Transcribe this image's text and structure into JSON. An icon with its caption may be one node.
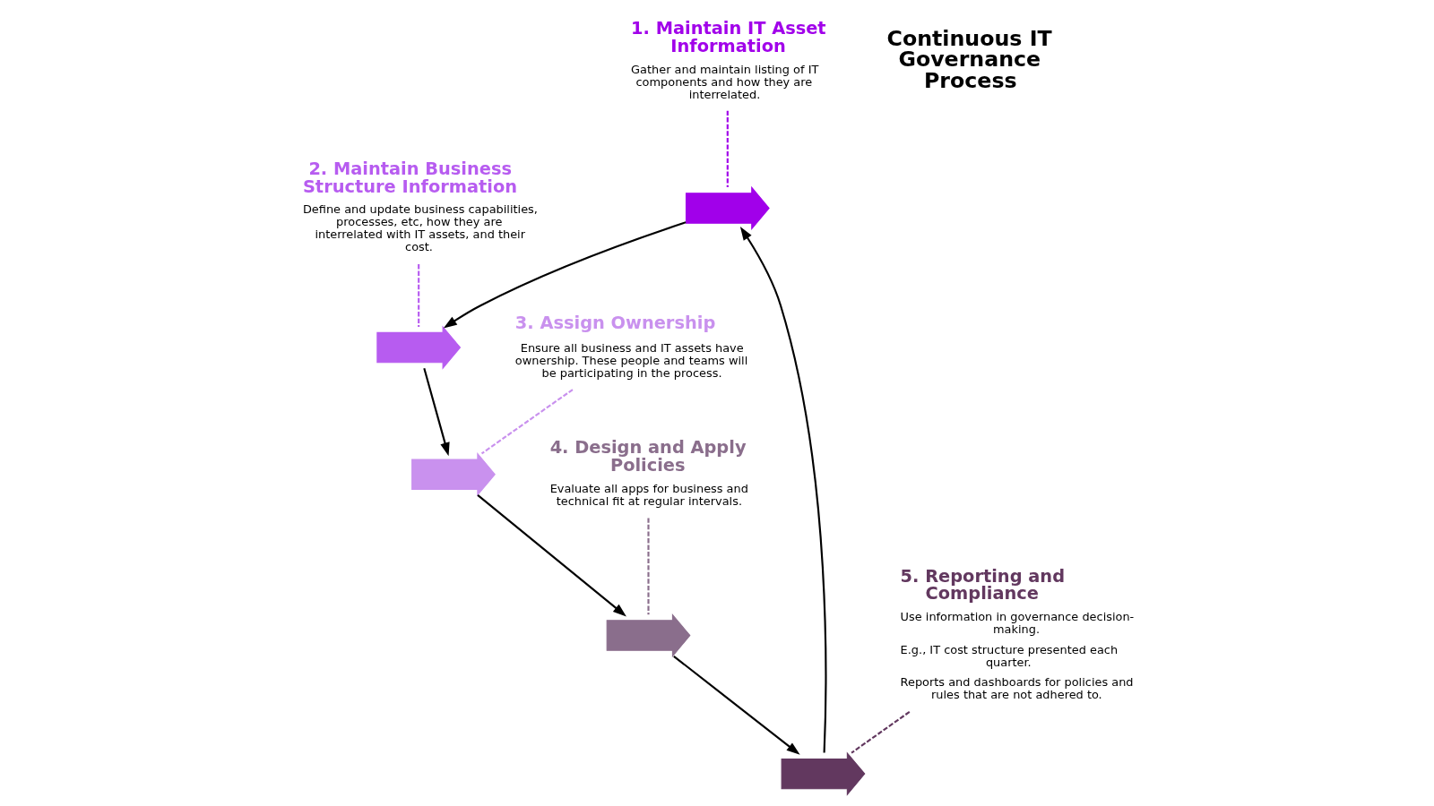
{
  "diagram": {
    "nodes": [
      {
        "text": [
          "1. Maintain IT Asset Information",
          "Gather and maintain listing of IT components and how they are interrelated."
        ]
      },
      {
        "text": [
          "2. Maintain Business Structure Information",
          "Define and update business capabilities, processes, etc, how they are interrelated with IT assets, and their cost."
        ]
      },
      {
        "text": [
          "3. Assign Ownership",
          "Ensure all business and IT assets have ownership. These people and teams will be participating in the process."
        ]
      },
      {
        "text": [
          "4. Design and Apply Policies",
          "Evaluate all apps for business and technical fit at regular intervals."
        ]
      },
      {
        "text": [
          "5. Reporting and Compliance",
          "Use information in governance decision-making.",
          "E.g., IT cost structure presented each quarter.",
          "Reports and dashboards for policies and rules that are not adhered to."
        ]
      },
      {
        "text": [],
        "shape": "arrow"
      },
      {
        "text": [],
        "shape": "arrow"
      },
      {
        "text": [],
        "shape": "arrow"
      },
      {
        "text": [],
        "shape": "arrow"
      },
      {
        "text": [],
        "shape": "arrow"
      }
    ],
    "edges": [
      {
        "from": 5,
        "to": 6,
        "arrow": "to"
      },
      {
        "from": 6,
        "to": 7,
        "arrow": "to"
      },
      {
        "from": 7,
        "to": 8,
        "arrow": "to"
      },
      {
        "from": 8,
        "to": 9,
        "arrow": "to"
      },
      {
        "from": 9,
        "to": 5,
        "arrow": "to"
      },
      {
        "from": 0,
        "to": 5,
        "arrow": "none",
        "style": "dashed",
        "color": "#a100ea"
      },
      {
        "from": 1,
        "to": 6,
        "arrow": "none",
        "style": "dashed",
        "color": "#b75cf0"
      },
      {
        "from": 2,
        "to": 7,
        "arrow": "none",
        "style": "dashed",
        "color": "#c991ee"
      },
      {
        "from": 3,
        "to": 8,
        "arrow": "none",
        "style": "dashed",
        "color": "#8a6e8c"
      },
      {
        "from": 4,
        "to": 9,
        "arrow": "none",
        "style": "dashed",
        "color": "#62385f"
      }
    ],
    "labels": [
      "Continuous IT Governance Process"
    ]
  }
}
